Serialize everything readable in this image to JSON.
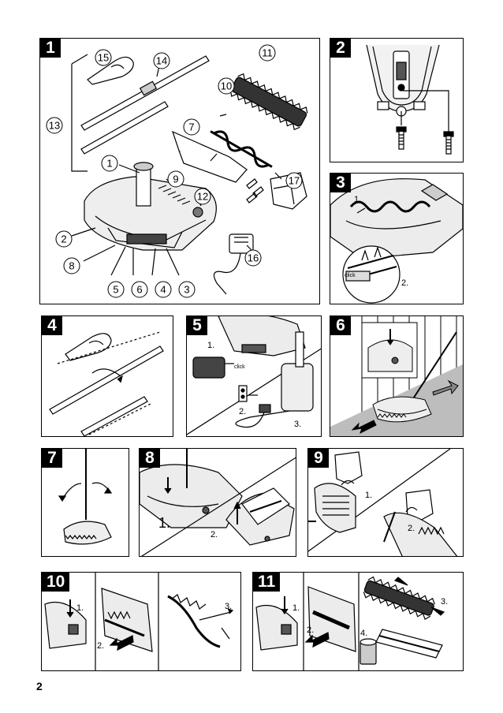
{
  "page_number": "2",
  "panels": [
    {
      "id": "1",
      "badge": "1",
      "callouts": [
        "1",
        "2",
        "3",
        "4",
        "5",
        "6",
        "7",
        "8",
        "9",
        "10",
        "11",
        "12",
        "13",
        "14",
        "15",
        "16",
        "17"
      ]
    },
    {
      "id": "2",
      "badge": "2"
    },
    {
      "id": "3",
      "badge": "3",
      "steps": [
        "1.",
        "2."
      ],
      "click": "click"
    },
    {
      "id": "4",
      "badge": "4"
    },
    {
      "id": "5",
      "badge": "5",
      "steps": [
        "1.",
        "2.",
        "3."
      ],
      "click": "click"
    },
    {
      "id": "6",
      "badge": "6"
    },
    {
      "id": "7",
      "badge": "7"
    },
    {
      "id": "8",
      "badge": "8",
      "steps": [
        "1.",
        "2."
      ]
    },
    {
      "id": "9",
      "badge": "9",
      "steps": [
        "1.",
        "2."
      ]
    },
    {
      "id": "10",
      "badge": "10",
      "steps": [
        "1.",
        "2.",
        "3."
      ]
    },
    {
      "id": "11",
      "badge": "11",
      "steps": [
        "1.",
        "2.",
        "3.",
        "4."
      ]
    }
  ],
  "colors": {
    "ink": "#000000",
    "floor": "#bdbdbd",
    "device": "#e6e6e6",
    "dark": "#555555"
  }
}
